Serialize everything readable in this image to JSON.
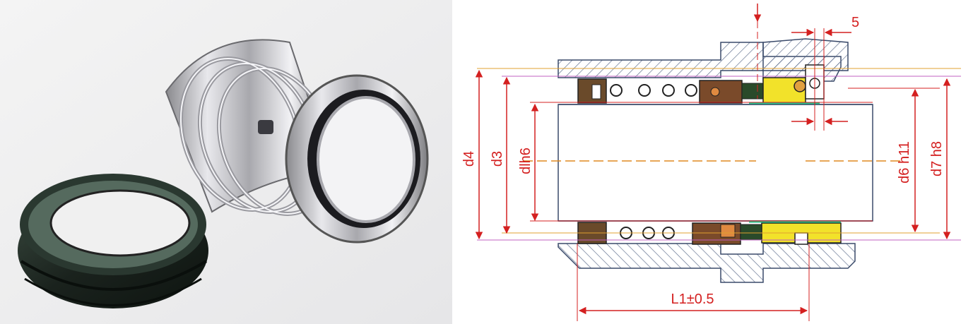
{
  "drawing": {
    "dim_5": "5",
    "d4": "d4",
    "d3": "d3",
    "d1": "dlh6",
    "d6": "d6 h11",
    "d7": "d7 h8",
    "l1": "L1±0.5"
  },
  "colors": {
    "dimension": "#d42020",
    "hatch": "#5a6a8a",
    "carbon": "#f2e22a",
    "graphite": "#7a4a2a",
    "oring": "#7a3a1a",
    "seat_rubber": "#1e2a22",
    "steel": "#c8c8cc",
    "leader": "#e0a030"
  }
}
